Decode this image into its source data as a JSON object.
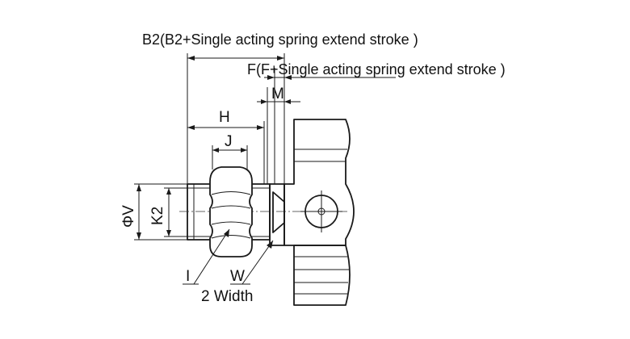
{
  "labels": {
    "b2": "B2(B2+Single acting spring extend stroke )",
    "f": "F(F+Single acting spring extend stroke )",
    "m": "M",
    "h": "H",
    "j": "J",
    "phi_v": "ΦV",
    "k2": "K2",
    "i": "I",
    "w": "W",
    "width": "2 Width"
  },
  "colors": {
    "line": "#1a1a1a",
    "text": "#111111",
    "background": "#ffffff"
  }
}
